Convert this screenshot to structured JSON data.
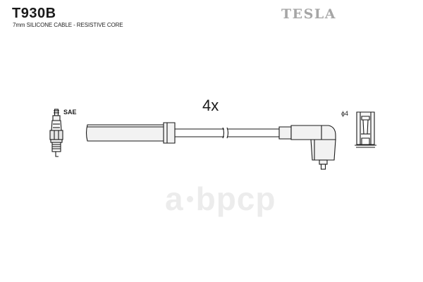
{
  "header": {
    "part_number": "T930B",
    "description": "7mm SILICONE CABLE - RESISTIVE CORE",
    "brand": "TESLA"
  },
  "diagram": {
    "quantity_label": "4x",
    "plug_connector_label": "SAE",
    "coil_terminal_label": "ϕ4"
  },
  "watermark": {
    "left_text": "a",
    "right_text": "bpcp"
  },
  "colors": {
    "brand_grey": "#a6a6a6",
    "line_dark": "#1a1a1a",
    "boot_fill": "#f2f2f2",
    "watermark": "#ececec"
  }
}
